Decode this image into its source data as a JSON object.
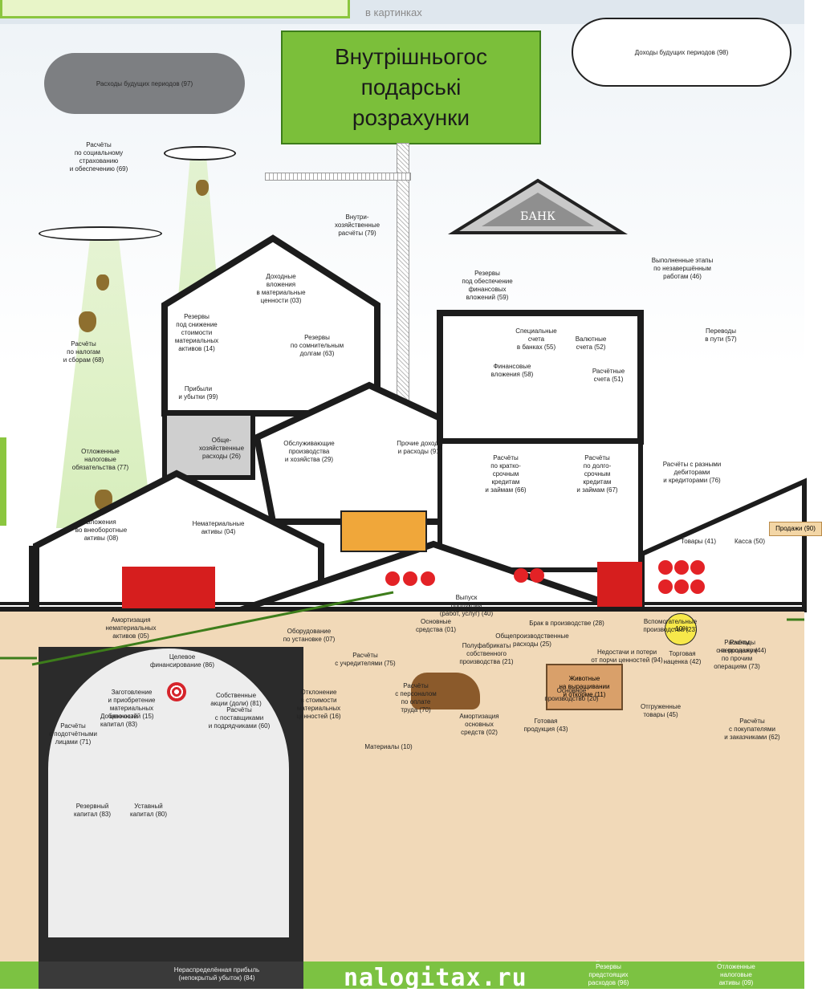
{
  "header": {
    "subtitle": "в картинках",
    "title": "Внутрішньогос\nподарські\nрозрахунки"
  },
  "clouds": {
    "expenses": "Расходы будущих периодов (97)",
    "income": "Доходы будущих периодов (98)"
  },
  "bank": "БАНК",
  "site": "nalogitax.ru",
  "labels": {
    "social": "Расчёты\nпо социальному\nстрахованию\nи обеспечению (69)",
    "taxes": "Расчёты\nпо налогам\nи сборам (68)",
    "deferred_tax_liab": "Отложенные\nналоговые\nобязательства (77)",
    "intra": "Внутри-\nхозяйственные\nрасчёты (79)",
    "profitable_inv": "Доходные\nвложения\nв материальные\nценности (03)",
    "reserves_decline": "Резервы\nпод снижение\nстоимости\nматериальных\nактивов (14)",
    "reserves_debts": "Резервы\nпо сомнительным\nдолгам (63)",
    "profits": "Прибыли\nи убытки (99)",
    "general": "Обще-\nхозяйственные\nрасходы (26)",
    "service": "Обслуживающие\nпроизводства\nи хозяйства (29)",
    "other_income": "Прочие доходы\nи расходы (91)",
    "fin_reserves": "Резервы\nпод обеспечение\nфинансовых\nвложений (59)",
    "special": "Специальные\nсчета\nв банках (55)",
    "currency": "Валютные\nсчета (52)",
    "fin_inv": "Финансовые\nвложения (58)",
    "settlement": "Расчётные\nсчета (51)",
    "stages": "Выполненные этапы\nпо незавершённым\nработам (46)",
    "transfers": "Переводы\nв пути (57)",
    "short_loans": "Расчёты\nпо кратко-\nсрочным\nкредитам\nи займам (66)",
    "long_loans": "Расчёты\nпо долго-\nсрочным\nкредитам\nи займам (67)",
    "various": "Расчёты с разными\nдебиторами\nи кредиторами (76)",
    "sales": "Продажи (90)",
    "goods": "Товары (41)",
    "cash": "Касса (50)",
    "noncurrent": "Вложения\nво внеоборотные\nактивы (08)",
    "intangible": "Нематериальные\nактивы (04)",
    "amort_intangible": "Амортизация\nнематериальных\nактивов (05)",
    "output": "Выпуск\nпродукции\n(работ, услуг) (40)",
    "equipment": "Оборудование\nпо установке (07)",
    "overhead": "Общепроизводственные\nрасходы (25)",
    "markup_pct": "-10%",
    "markup": "Торговая\nнаценка (42)",
    "selling": "Расходы\nна продажу (44)",
    "procurement": "Заготовление\nи приобретение\nматериальных\nценностей (15)",
    "suppliers": "Расчёты\nс поставщиками\nи подрядчиками (60)",
    "deviation": "Отклонение\nв стоимости\nматериальных\nценностей (16)",
    "personnel_pay": "Расчёты\nс персоналом\nпо оплате\nтруда (70)",
    "main_prod": "Основное\nпроизводство (20)",
    "shipped": "Отгруженные\nтовары (45)",
    "accountable": "Расчёты\nс подотчётными\nлицами (71)",
    "materials": "Материалы (10)",
    "amort_fixed": "Амортизация\nосновных\nсредств (02)",
    "finished": "Готовая\nпродукция (43)",
    "customers": "Расчёты\nс покупателями\nи заказчиками (62)",
    "fixed_assets": "Основные\nсредства (01)",
    "defect": "Брак в производстве (28)",
    "auxiliary": "Вспомогательные\nпроизводства (23)",
    "target_fin": "Целевое\nфинансирование (86)",
    "semi": "Полуфабрикаты\nсобственного\nпроизводства (21)",
    "founders": "Расчёты\nс учредителями (75)",
    "shortages": "Недостачи и потери\nот порчи ценностей (94)",
    "personnel_other": "Расчёты\nс персоналом\nпо прочим\nоперациям (73)",
    "additional": "Добавочный\nкапитал (83)",
    "own_shares": "Собственные\nакции (доли) (81)",
    "animals": "Животные\nна выращивании\nи откорме (11)",
    "reserve_cap": "Резервный\nкапитал (83)",
    "charter_cap": "Уставный\nкапитал (80)",
    "retained": "Нераспределённая прибыль\n(непокрытый убыток) (84)",
    "future_reserves": "Резервы\nпредстоящих\nрасходов (96)",
    "deferred_tax_assets": "Отложенные\nналоговые\nактивы (09)"
  }
}
